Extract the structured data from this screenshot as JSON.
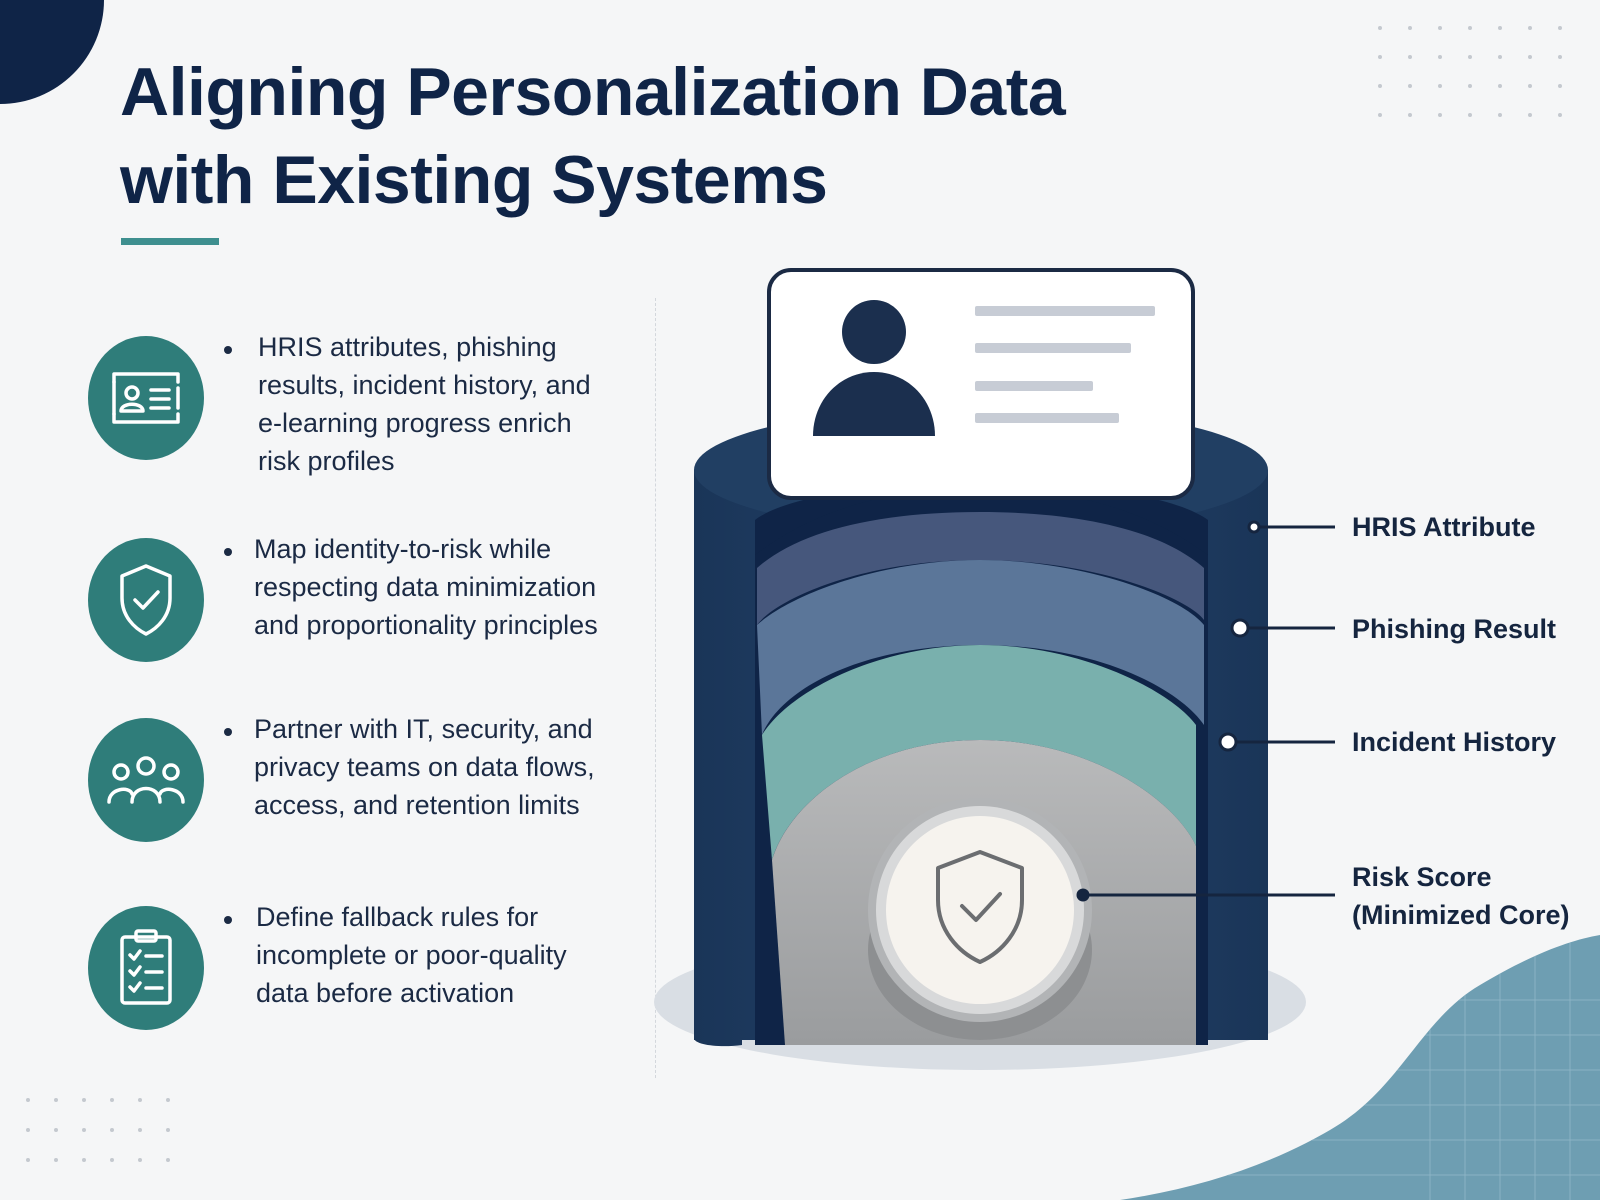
{
  "title": {
    "line1": "Aligning Personalization Data",
    "line2": "with Existing Systems"
  },
  "items": [
    {
      "icon": "id-card-icon",
      "text": "HRIS attributes, phishing results, incident history, and e-learning progress enrich risk profiles"
    },
    {
      "icon": "shield-check-icon",
      "text": "Map identity-to-risk while respecting data minimization and proportionality principles"
    },
    {
      "icon": "team-icon",
      "text": "Partner with IT, security, and privacy teams on data flows, access, and retention limits"
    },
    {
      "icon": "checklist-clipboard-icon",
      "text": "Define fallback rules for incomplete or poor-quality data before activation"
    }
  ],
  "diagram": {
    "labels": [
      {
        "text": "HRIS Attribute"
      },
      {
        "text": "Phishing Result"
      },
      {
        "text": "Incident History"
      },
      {
        "text": "Risk Score\n(Minimized Core)"
      }
    ],
    "core_icon": "shield-check-icon",
    "top_icon": "profile-card-icon"
  },
  "colors": {
    "navy": "#0f2447",
    "teal": "#2f7d7a",
    "cylinder": "#1e3a5f",
    "layer_blue": "#5b7699",
    "layer_teal": "#78b0ad",
    "core_gray": "#a7a9ab"
  }
}
